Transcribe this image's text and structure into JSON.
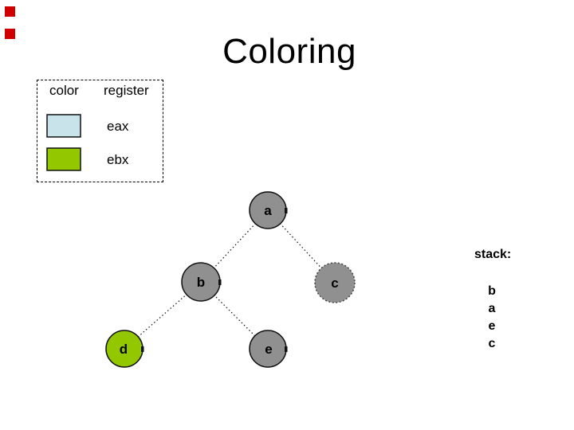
{
  "slide": {
    "title": "Coloring",
    "background_color": "#ffffff"
  },
  "decorations": {
    "bullet_color": "#d00000"
  },
  "legend": {
    "col_headers": [
      "color",
      "register"
    ],
    "rows": [
      {
        "swatch_color": "#c9e3ea",
        "register": "eax"
      },
      {
        "swatch_color": "#93c801",
        "register": "ebx"
      }
    ]
  },
  "graph": {
    "type": "tree",
    "gray_color": "#909090",
    "green_color": "#93c801",
    "node_colors": {
      "a": "#909090",
      "b": "#909090",
      "c": "#909090",
      "d": "#93c801",
      "e": "#909090"
    },
    "nodes": [
      {
        "id": "a",
        "label": "a",
        "color_name": "gray"
      },
      {
        "id": "b",
        "label": "b",
        "color_name": "gray"
      },
      {
        "id": "c",
        "label": "c",
        "color_name": "gray",
        "border": "dotted"
      },
      {
        "id": "d",
        "label": "d",
        "color_name": "green"
      },
      {
        "id": "e",
        "label": "e",
        "color_name": "gray"
      }
    ],
    "edges": [
      [
        "a",
        "b"
      ],
      [
        "a",
        "c"
      ],
      [
        "b",
        "d"
      ],
      [
        "b",
        "e"
      ]
    ]
  },
  "stack": {
    "label": "stack:",
    "items": [
      "b",
      "a",
      "e",
      "c"
    ]
  }
}
